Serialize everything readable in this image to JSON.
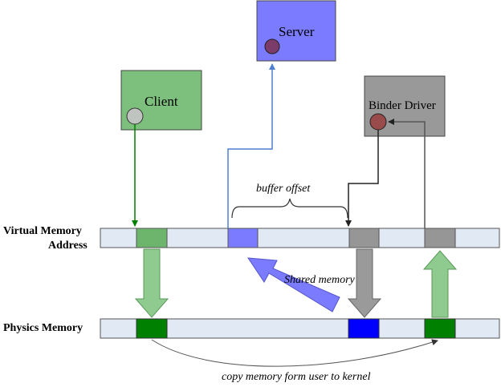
{
  "nodes": {
    "client": {
      "label": "Client",
      "fill": "#7dbf7d"
    },
    "server": {
      "label": "Server",
      "fill": "#7b7bff"
    },
    "binder_driver": {
      "label": "Binder Driver",
      "fill": "#999999"
    }
  },
  "rows": {
    "virtual_memory": {
      "label_line1": "Virtual Memory",
      "label_line2": "Address"
    },
    "physics_memory": {
      "label": "Physics Memory"
    }
  },
  "annotations": {
    "buffer_offset": "buffer offset",
    "shared_memory": "Shared memory",
    "copy_memory": "copy memory form user to kernel"
  },
  "colors": {
    "strip": "#e1e9f5",
    "green_segment": "#008000",
    "blue_segment": "#0000ff",
    "gray_segment": "#969696",
    "client_arrow": "#008000",
    "server_arrow": "#4f7fd0",
    "driver_arrow": "#222222"
  }
}
